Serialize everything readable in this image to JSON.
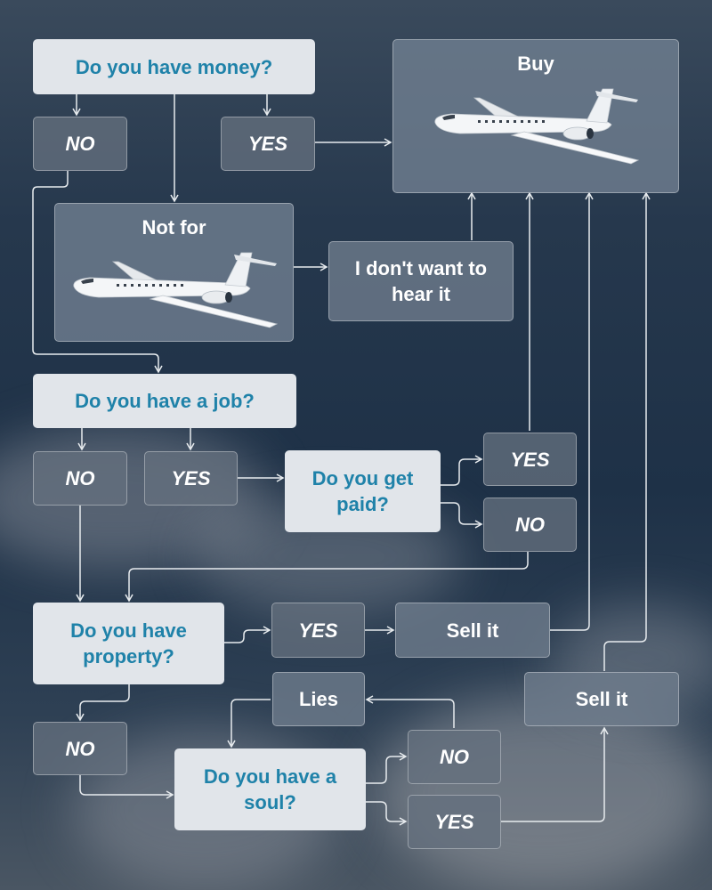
{
  "questions": {
    "money": "Do you have money?",
    "job": "Do you have a job?",
    "paid": "Do you get paid?",
    "property": "Do you have property?",
    "soul": "Do you have a soul?"
  },
  "answers": {
    "money_no": "NO",
    "money_yes": "YES",
    "job_no": "NO",
    "job_yes": "YES",
    "paid_yes": "YES",
    "paid_no": "NO",
    "property_yes": "YES",
    "property_no": "NO",
    "soul_no": "NO",
    "soul_yes": "YES"
  },
  "panels": {
    "buy": "Buy",
    "not_for": "Not for"
  },
  "actions": {
    "dont_want": "I don't want to hear it",
    "sell_property": "Sell it",
    "sell_soul": "Sell it",
    "lies": "Lies"
  },
  "colors": {
    "question_bg": "#e1e5ea",
    "question_text": "#1f82a9",
    "answer_bg": "#64707e",
    "connector": "#e8ecef"
  },
  "icons": {
    "plane": "private-jet-illustration"
  }
}
